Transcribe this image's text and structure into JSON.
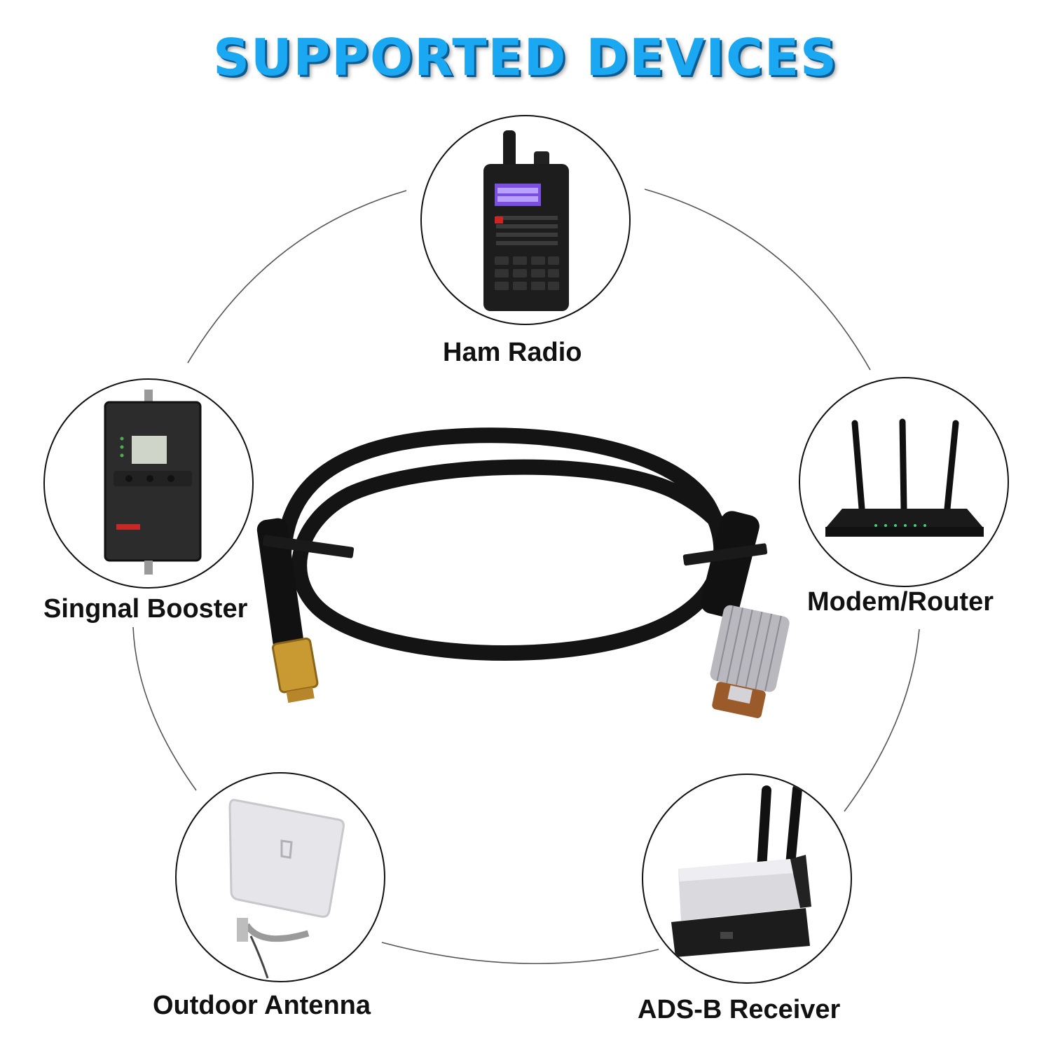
{
  "title": "SUPPORTED DEVICES",
  "colors": {
    "title": "#1ba8f2",
    "title_shadow": "#0a5d94",
    "cable": "#141414",
    "ring": "#555555"
  },
  "devices": [
    {
      "icon": "ham-radio-icon",
      "label": "Ham Radio"
    },
    {
      "icon": "signal-booster-icon",
      "label": "Singnal Booster"
    },
    {
      "icon": "router-icon",
      "label": "Modem/Router"
    },
    {
      "icon": "outdoor-antenna-icon",
      "label": "Outdoor Antenna"
    },
    {
      "icon": "ads-b-receiver-icon",
      "label": "ADS-B Receiver"
    }
  ],
  "product": {
    "icon": "coaxial-cable-icon"
  }
}
